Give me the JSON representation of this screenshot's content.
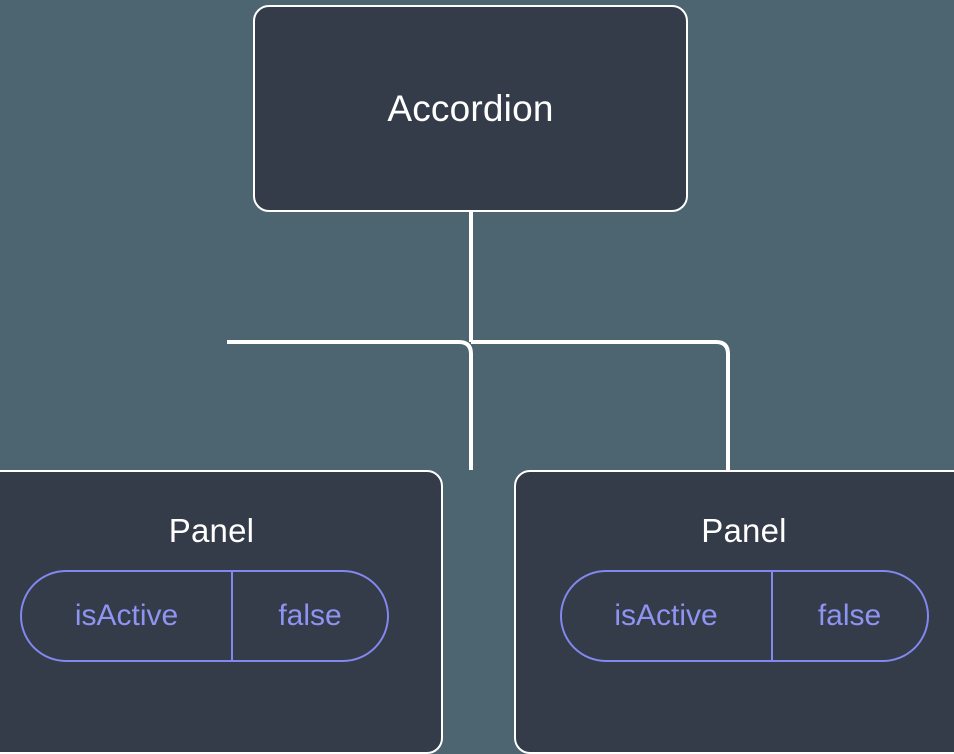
{
  "diagram": {
    "type": "component-tree",
    "background_color": "#4c6570",
    "node_fill_color": "#343b49",
    "node_border_color": "#ffffff",
    "connector_color": "#ffffff",
    "badge_color": "#8288ee",
    "badge_text_color": "#8f93f2",
    "root": {
      "name": "root-node",
      "label": "Accordion"
    },
    "children": [
      {
        "name": "panel-node-left",
        "label": "Panel",
        "state": {
          "key": "isActive",
          "value": "false"
        }
      },
      {
        "name": "panel-node-right",
        "label": "Panel",
        "state": {
          "key": "isActive",
          "value": "false"
        }
      }
    ]
  }
}
